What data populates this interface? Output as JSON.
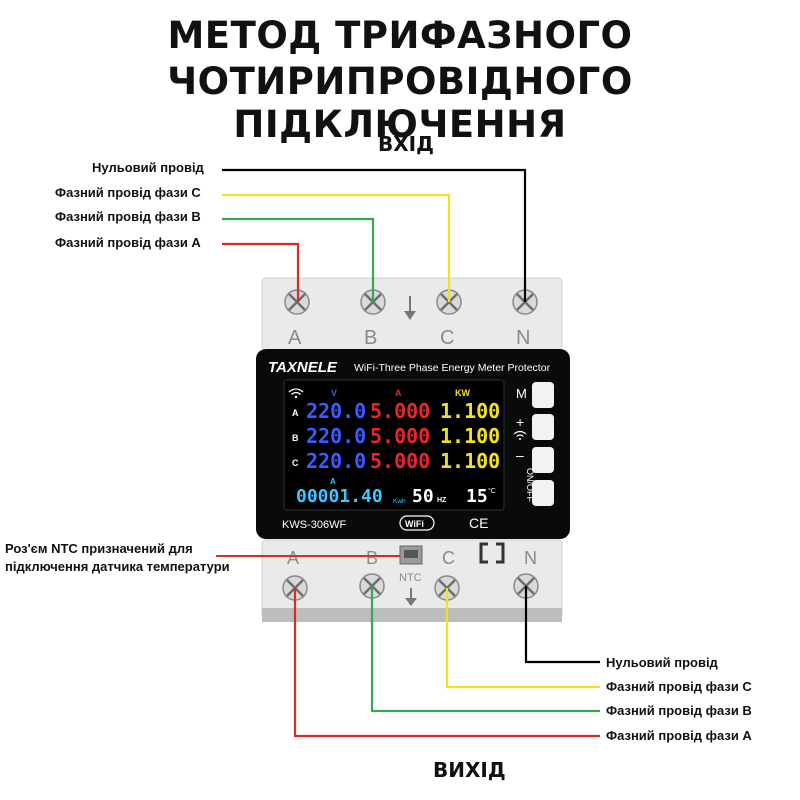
{
  "title": {
    "line1": "МЕТОД ТРИФАЗНОГО",
    "line2": "ЧОТИРИПРОВІДНОГО ПІДКЛЮЧЕННЯ"
  },
  "input_label": "ВХІД",
  "output_label": "ВИХІД",
  "input_wires": [
    {
      "label": "Нульовий провід",
      "color": "#000000"
    },
    {
      "label": "Фазний провід фази C",
      "color": "#f2e21e"
    },
    {
      "label": "Фазний провід фази B",
      "color": "#34a853"
    },
    {
      "label": "Фазний провід фази A",
      "color": "#d52b2b"
    }
  ],
  "output_wires": [
    {
      "label": "Нульовий провід",
      "color": "#000000"
    },
    {
      "label": "Фазний провід фази C",
      "color": "#f2e21e"
    },
    {
      "label": "Фазний провід фази B",
      "color": "#34a853"
    },
    {
      "label": "Фазний провід фази A",
      "color": "#d52b2b"
    }
  ],
  "ntc_note": {
    "line1": "Роз'єм NTC призначений для",
    "line2": "підключення датчика температури"
  },
  "device": {
    "brand": "TAXNELE",
    "product": "WiFi-Three Phase Energy Meter Protector",
    "model": "KWS-306WF",
    "wifi_badge": "WiFi",
    "ce_mark": "CE",
    "ntc_label": "NTC",
    "top_terminals": [
      "A",
      "B",
      "C",
      "N"
    ],
    "bottom_terminals": [
      "A",
      "B",
      "C",
      "N"
    ],
    "buttons": [
      "M",
      "+",
      "–",
      "ON/OFF"
    ],
    "display": {
      "col_headers": [
        "V",
        "A",
        "KW"
      ],
      "rows": [
        {
          "phase": "A",
          "voltage": "220.0",
          "current": "5.000",
          "power": "1.100"
        },
        {
          "phase": "B",
          "voltage": "220.0",
          "current": "5.000",
          "power": "1.100"
        },
        {
          "phase": "C",
          "voltage": "220.0",
          "current": "5.000",
          "power": "1.100"
        }
      ],
      "energy_header": "A",
      "energy": "00001.40",
      "energy_unit": "Kwh",
      "frequency": "50",
      "frequency_unit": "HZ",
      "temperature": "15",
      "temperature_unit": "°C"
    }
  },
  "colors": {
    "neutral": "#000000",
    "phase_a": "#d52b2b",
    "phase_b": "#34a853",
    "phase_c": "#f2e21e",
    "voltage_text": "#3a5bff",
    "current_text": "#e8262a",
    "power_text": "#f2e21e",
    "energy_text": "#39c8ff"
  }
}
